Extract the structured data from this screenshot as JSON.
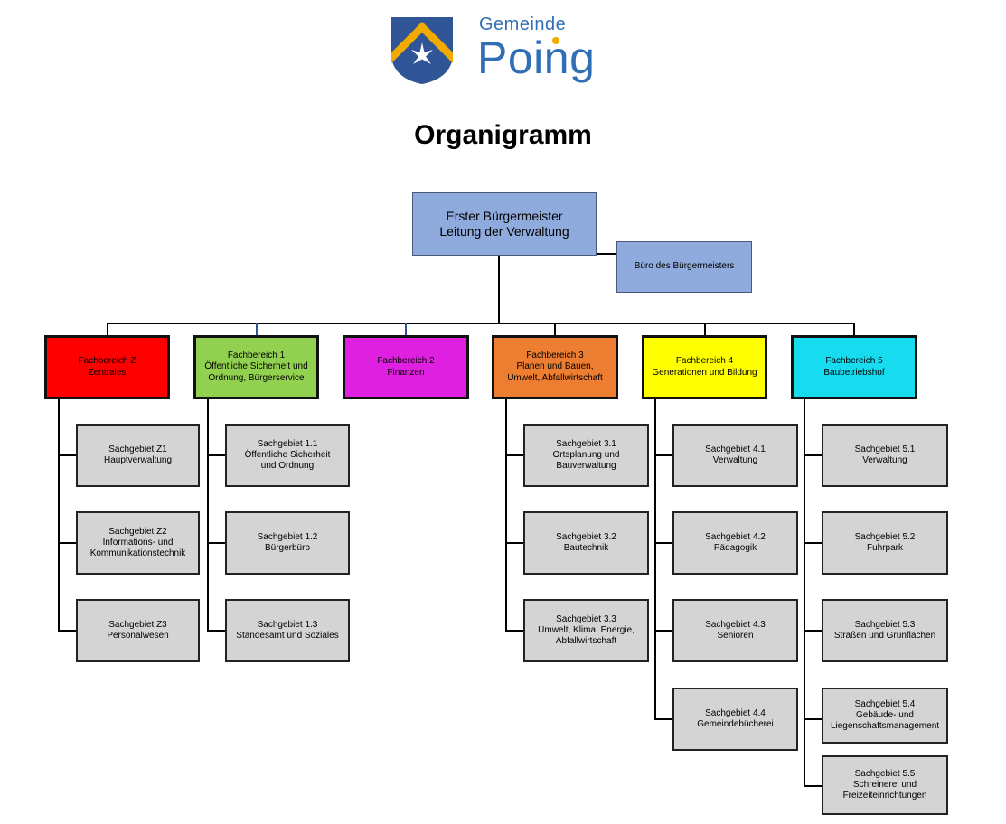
{
  "logo": {
    "name": "coat-of-arms-logo",
    "line1": "Gemeinde",
    "line2": "Poing",
    "colors": {
      "shield": "#2f5597",
      "star": "#f2a900",
      "text": "#2f6fb5"
    }
  },
  "title": "Organigramm",
  "chief": {
    "line1": "Erster Bürgermeister",
    "line2": "Leitung der Verwaltung"
  },
  "buero": {
    "label": "Büro des Bürgermeisters"
  },
  "departments": [
    {
      "line1": "Fachbereich Z",
      "line2": "Zentrales",
      "color": "#ff0000",
      "units": [
        {
          "line1": "Sachgebiet Z1",
          "line2": "Hauptverwaltung"
        },
        {
          "line1": "Sachgebiet Z2",
          "line2": "Informations- und",
          "line3": "Kommunikationstechnik"
        },
        {
          "line1": "Sachgebiet Z3",
          "line2": "Personalwesen"
        }
      ]
    },
    {
      "line1": "Fachbereich 1",
      "line2": "Öffentliche Sicherheit und",
      "line3": "Ordnung, Bürgerservice",
      "color": "#92d050",
      "units": [
        {
          "line1": "Sachgebiet 1.1",
          "line2": "Öffentliche Sicherheit",
          "line3": "und Ordnung"
        },
        {
          "line1": "Sachgebiet 1.2",
          "line2": "Bürgerbüro"
        },
        {
          "line1": "Sachgebiet 1.3",
          "line2": "Standesamt und Soziales"
        }
      ]
    },
    {
      "line1": "Fachbereich 2",
      "line2": "Finanzen",
      "color": "#e020e0",
      "units": []
    },
    {
      "line1": "Fachbereich 3",
      "line2": "Planen und Bauen,",
      "line3": "Umwelt, Abfallwirtschaft",
      "color": "#ed7d31",
      "units": [
        {
          "line1": "Sachgebiet 3.1",
          "line2": "Ortsplanung und",
          "line3": "Bauverwaltung"
        },
        {
          "line1": "Sachgebiet 3.2",
          "line2": "Bautechnik"
        },
        {
          "line1": "Sachgebiet 3.3",
          "line2": "Umwelt, Klima, Energie,",
          "line3": "Abfallwirtschaft"
        }
      ]
    },
    {
      "line1": "Fachbereich 4",
      "line2": "Generationen und Bildung",
      "color": "#ffff00",
      "units": [
        {
          "line1": "Sachgebiet 4.1",
          "line2": "Verwaltung"
        },
        {
          "line1": "Sachgebiet 4.2",
          "line2": "Pädagogik"
        },
        {
          "line1": "Sachgebiet 4.3",
          "line2": "Senioren"
        },
        {
          "line1": "Sachgebiet 4.4",
          "line2": "Gemeindebücherei"
        }
      ]
    },
    {
      "line1": "Fachbereich 5",
      "line2": "Baubetriebshof",
      "color": "#17dcf0",
      "units": [
        {
          "line1": "Sachgebiet 5.1",
          "line2": "Verwaltung"
        },
        {
          "line1": "Sachgebiet 5.2",
          "line2": "Fuhrpark"
        },
        {
          "line1": "Sachgebiet 5.3",
          "line2": "Straßen und Grünflächen"
        },
        {
          "line1": "Sachgebiet 5.4",
          "line2": "Gebäude- und",
          "line3": "Liegenschaftsmanagement"
        },
        {
          "line1": "Sachgebiet 5.5",
          "line2": "Schreinerei und",
          "line3": "Freizeiteinrichtungen"
        }
      ]
    }
  ]
}
